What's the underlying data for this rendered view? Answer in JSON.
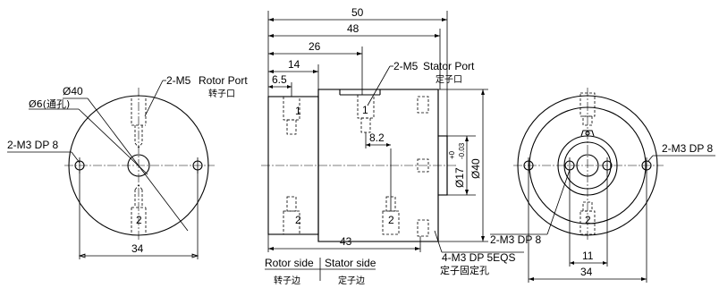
{
  "dimensions": {
    "total_length": "50",
    "stator_length": "48",
    "port_pos_26": "26",
    "rotor_len_14": "14",
    "rotor_port_6_5": "6.5",
    "stator_port_8_2": "8.2",
    "body_43": "43",
    "left_width_34": "34",
    "right_width_34": "34",
    "right_spacing_11": "11",
    "dia_17_main": "Ø17",
    "dia_17_tol_upper": "+0",
    "dia_17_tol_lower": "-0.03",
    "dia_40_side": "Ø40",
    "dia_40_front": "Ø40",
    "dia_6_hole": "Ø6(通孔)"
  },
  "labels": {
    "left_rotor_thread": "2-M5",
    "rotor_port_en": "Rotor Port",
    "rotor_port_cn": "转子口",
    "left_mount_holes": "2-M3 DP 8",
    "stator_thread": "2-M5",
    "stator_port_en": "Stator Port",
    "stator_port_cn": "定子口",
    "stator_fix_en": "4-M3 DP 5EQS",
    "stator_fix_cn": "定子固定孔",
    "right_mount_holes_top": "2-M3 DP 8",
    "right_mount_holes_bottom": "2-M3 DP 8",
    "rotor_side_en": "Rotor side",
    "rotor_side_cn": "转子边",
    "stator_side_en": "Stator side",
    "stator_side_cn": "定子边",
    "port_num_1a": "1",
    "port_num_1b": "1",
    "port_num_2a": "2",
    "port_num_2b": "2",
    "port_num_2c": "2",
    "port_num_2d": "2"
  }
}
